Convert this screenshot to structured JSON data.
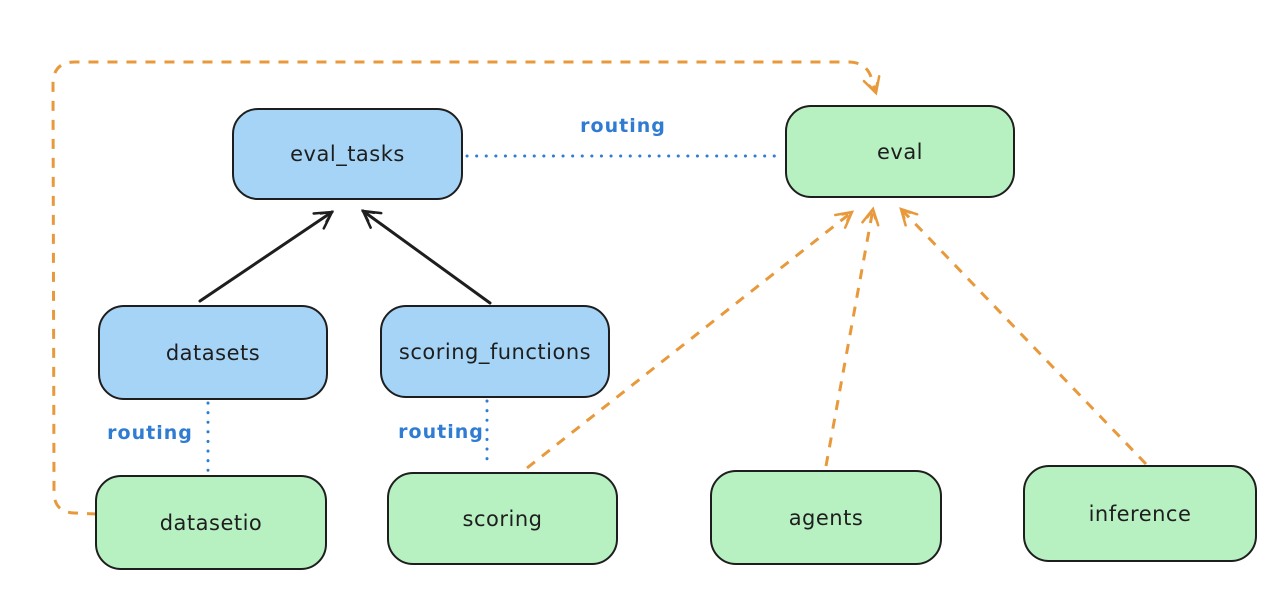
{
  "nodes": {
    "eval_tasks": {
      "label": "eval_tasks",
      "fill": "#a5d4f6"
    },
    "eval": {
      "label": "eval",
      "fill": "#b7f0c1"
    },
    "datasets": {
      "label": "datasets",
      "fill": "#a5d4f6"
    },
    "scoring_functions": {
      "label": "scoring_functions",
      "fill": "#a5d4f6"
    },
    "datasetio": {
      "label": "datasetio",
      "fill": "#b7f0c1"
    },
    "scoring": {
      "label": "scoring",
      "fill": "#b7f0c1"
    },
    "agents": {
      "label": "agents",
      "fill": "#b7f0c1"
    },
    "inference": {
      "label": "inference",
      "fill": "#b7f0c1"
    }
  },
  "edges": [
    {
      "from": "datasets",
      "to": "eval_tasks",
      "style": "solid-arrow",
      "color": "#1e1e1e"
    },
    {
      "from": "scoring_functions",
      "to": "eval_tasks",
      "style": "solid-arrow",
      "color": "#1e1e1e"
    },
    {
      "from": "eval_tasks",
      "to": "eval",
      "style": "dotted",
      "color": "#2f7cd2",
      "label": "routing"
    },
    {
      "from": "datasets",
      "to": "datasetio",
      "style": "dotted",
      "color": "#2f7cd2",
      "label": "routing"
    },
    {
      "from": "scoring_functions",
      "to": "scoring",
      "style": "dotted",
      "color": "#2f7cd2",
      "label": "routing"
    },
    {
      "from": "datasetio",
      "to": "eval",
      "style": "dashed-arrow",
      "color": "#e8993c"
    },
    {
      "from": "scoring",
      "to": "eval",
      "style": "dashed-arrow",
      "color": "#e8993c"
    },
    {
      "from": "agents",
      "to": "eval",
      "style": "dashed-arrow",
      "color": "#e8993c"
    },
    {
      "from": "inference",
      "to": "eval",
      "style": "dashed-arrow",
      "color": "#e8993c"
    }
  ],
  "colors": {
    "api_box_fill": "#a5d4f6",
    "provider_box_fill": "#b7f0c1",
    "stroke": "#1e1e1e",
    "routing_blue": "#2f7cd2",
    "dependency_orange": "#e8993c",
    "background": "#ffffff"
  }
}
